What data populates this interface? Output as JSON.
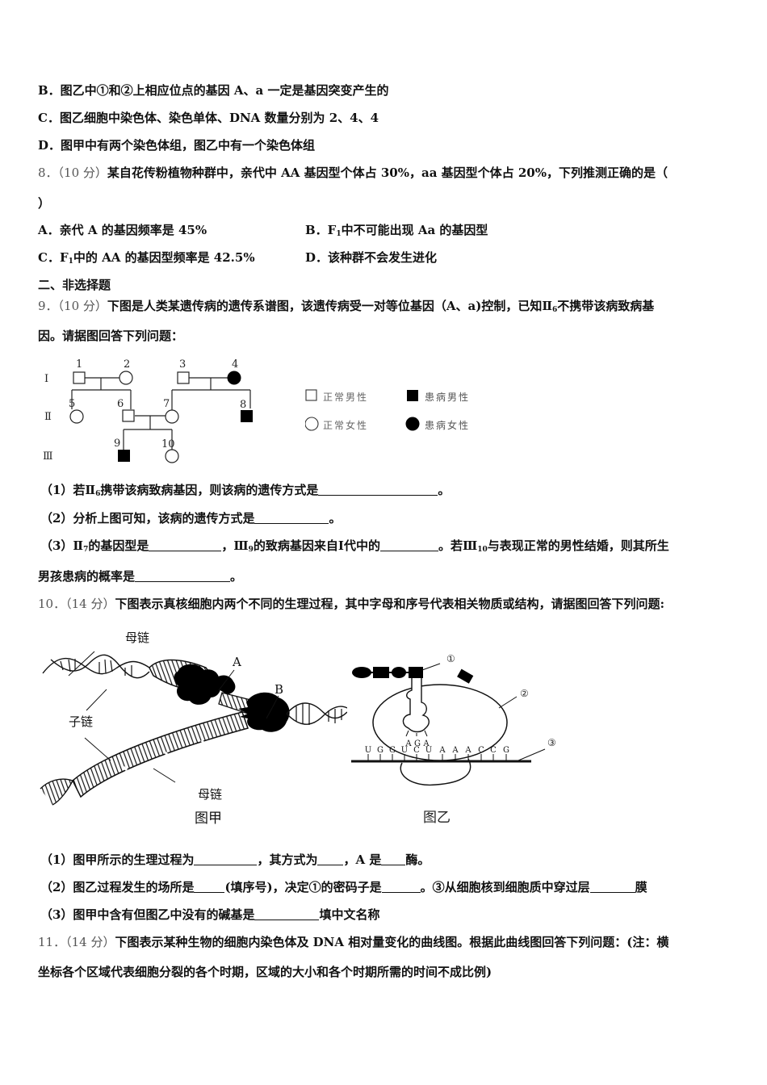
{
  "q7": {
    "optB": "B．图乙中①和②上相应位点的基因 A、a 一定是基因突变产生的",
    "optC": "C．图乙细胞中染色体、染色单体、DNA 数量分别为 2、4、4",
    "optD": "D．图甲中有两个染色体组，图乙中有一个染色体组"
  },
  "q8": {
    "number": "8．",
    "score": "（10 分）",
    "stem": "某自花传粉植物种群中，亲代中 AA 基因型个体占 30%，aa 基因型个体占 20%，下列推测正确的是（",
    "stem_end": "）",
    "options": [
      {
        "label": "A．亲代 A 的基因频率是 45%"
      },
      {
        "prefix": "B．F",
        "sub": "1",
        "suffix": "中不可能出现 Aa 的基因型"
      },
      {
        "prefix": "C．F",
        "sub": "1",
        "suffix": "中的 AA 的基因型频率是 42.5%"
      },
      {
        "label": "D．该种群不会发生进化"
      }
    ]
  },
  "section2": {
    "title": "二、非选择题"
  },
  "q9": {
    "number": "9．",
    "score": "（10 分）",
    "stem_a": "下图是人类某遗传病的遗传系谱图，该遗传病受一对等位基因（A、a)控制，已知Ⅱ",
    "stem_sub": "6",
    "stem_b": "不携带该病致病基",
    "stem_line2": "因。请据图回答下列问题：",
    "pedigree": {
      "generations": [
        "Ⅰ",
        "Ⅱ",
        "Ⅲ"
      ],
      "individuals": [
        {
          "id": "1",
          "sex": "male",
          "affected": false
        },
        {
          "id": "2",
          "sex": "female",
          "affected": false
        },
        {
          "id": "3",
          "sex": "male",
          "affected": false
        },
        {
          "id": "4",
          "sex": "female",
          "affected": true
        },
        {
          "id": "5",
          "sex": "female",
          "affected": false
        },
        {
          "id": "6",
          "sex": "male",
          "affected": false
        },
        {
          "id": "7",
          "sex": "female",
          "affected": false
        },
        {
          "id": "8",
          "sex": "male",
          "affected": true
        },
        {
          "id": "9",
          "sex": "male",
          "affected": true
        },
        {
          "id": "10",
          "sex": "female",
          "affected": false
        }
      ],
      "legend": {
        "normal_male": "正常男性",
        "affected_male": "患病男性",
        "normal_female": "正常女性",
        "affected_female": "患病女性"
      }
    },
    "sub1_a": "（1）若Ⅱ",
    "sub1_sub": "6",
    "sub1_b": "携带该病致病基因，则该病的遗传方式是",
    "sub1_end": "。",
    "sub2_a": "（2）分析上图可知，该病的遗传方式是",
    "sub2_end": "。",
    "sub3_a": "（3）Ⅱ",
    "sub3_sub1": "7",
    "sub3_b": "的基因型是",
    "sub3_c": "，Ⅲ",
    "sub3_sub2": "9",
    "sub3_d": "的致病基因来自Ⅰ代中的",
    "sub3_e": "。若Ⅲ",
    "sub3_sub3": "10",
    "sub3_f": "与表现正常的男性结婚，则其所生",
    "sub3_line2": "男孩患病的概率是",
    "sub3_end": "。"
  },
  "q10": {
    "number": "10．",
    "score": "（14 分）",
    "stem": "下图表示真核细胞内两个不同的生理过程，其中字母和序号代表相关物质或结构，请据图回答下列问题:",
    "fig_jia": {
      "caption": "图甲",
      "label_mother_top": "母链",
      "label_daughter": "子链",
      "label_mother_bottom": "母链",
      "label_A": "A",
      "label_B": "B"
    },
    "fig_yi": {
      "caption": "图乙",
      "label_1": "①",
      "label_2": "②",
      "label_3": "③",
      "anticodon": [
        "A",
        "G",
        "A"
      ],
      "mrna": [
        "U",
        "G",
        "G",
        "U",
        "C",
        "U",
        "A",
        "A",
        "A",
        "C",
        "C",
        "G"
      ]
    },
    "sub1_a": "（1）图甲所示的生理过程为",
    "sub1_b": "，其方式为",
    "sub1_c": "，A 是",
    "sub1_d": "酶。",
    "sub2_a": "（2）图乙过程发生的场所是",
    "sub2_b": "(填序号)，决定①的密码子是",
    "sub2_c": "。③从细胞核到细胞质中穿过层",
    "sub2_d": "膜",
    "sub3_a": "（3）图甲中含有但图乙中没有的碱基是",
    "sub3_b": "填中文名称"
  },
  "q11": {
    "number": "11．",
    "score": "（14 分）",
    "stem": "下图表示某种生物的细胞内染色体及 DNA 相对量变化的曲线图。根据此曲线图回答下列问题：(注：横",
    "stem_line2": "坐标各个区域代表细胞分裂的各个时期，区域的大小和各个时期所需的时间不成比例)"
  }
}
